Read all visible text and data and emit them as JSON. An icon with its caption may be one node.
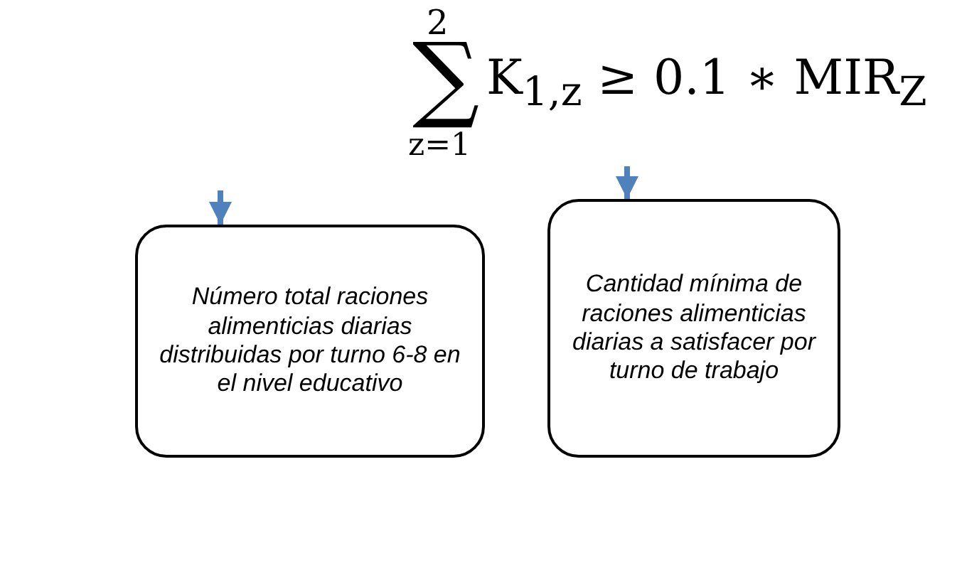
{
  "diagram": {
    "nodes": [
      {
        "text": [
          "Número total raciones alimenticias  diarias distribuidas por turno 6-8 en el nivel educativo"
        ]
      },
      {
        "text": [
          "Cantidad mínima de raciones alimenticias diarias a satisfacer por turno de trabajo"
        ]
      }
    ],
    "edges": [
      {
        "from": null,
        "to": 0,
        "arrow": "to"
      },
      {
        "from": null,
        "to": 1,
        "arrow": "to"
      }
    ],
    "labels": [
      "2",
      "∑",
      "z=1",
      "K$_{1,z}$ ≥ 0.1 ∗ MIR$_{Z}$"
    ]
  }
}
